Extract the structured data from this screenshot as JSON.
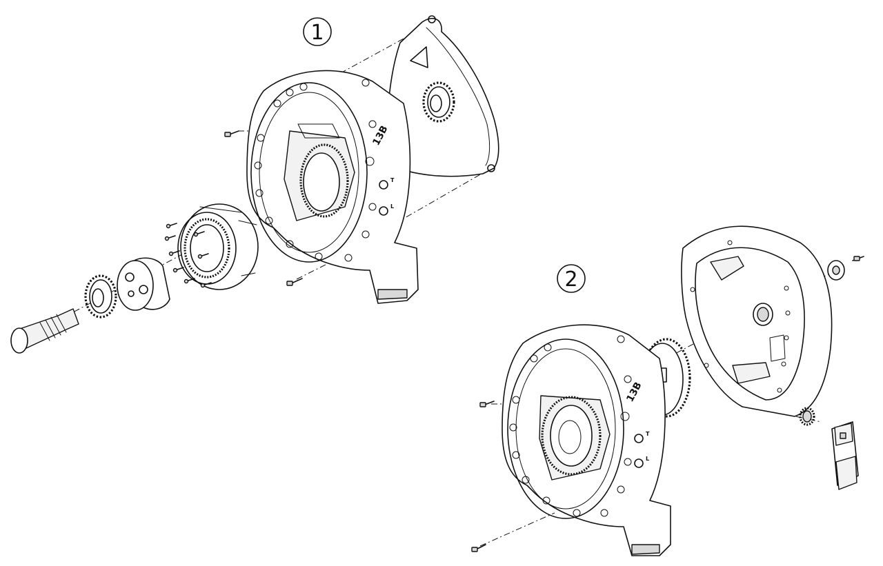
{
  "steps": [
    {
      "number": "1"
    },
    {
      "number": "2"
    }
  ],
  "housing_marks": {
    "model": "13B",
    "side_a": "T",
    "side_b": "L"
  },
  "colors": {
    "line": "#111111",
    "background": "#ffffff",
    "light_fill": "#f2f2f2",
    "mid_fill": "#d9d9d9"
  }
}
